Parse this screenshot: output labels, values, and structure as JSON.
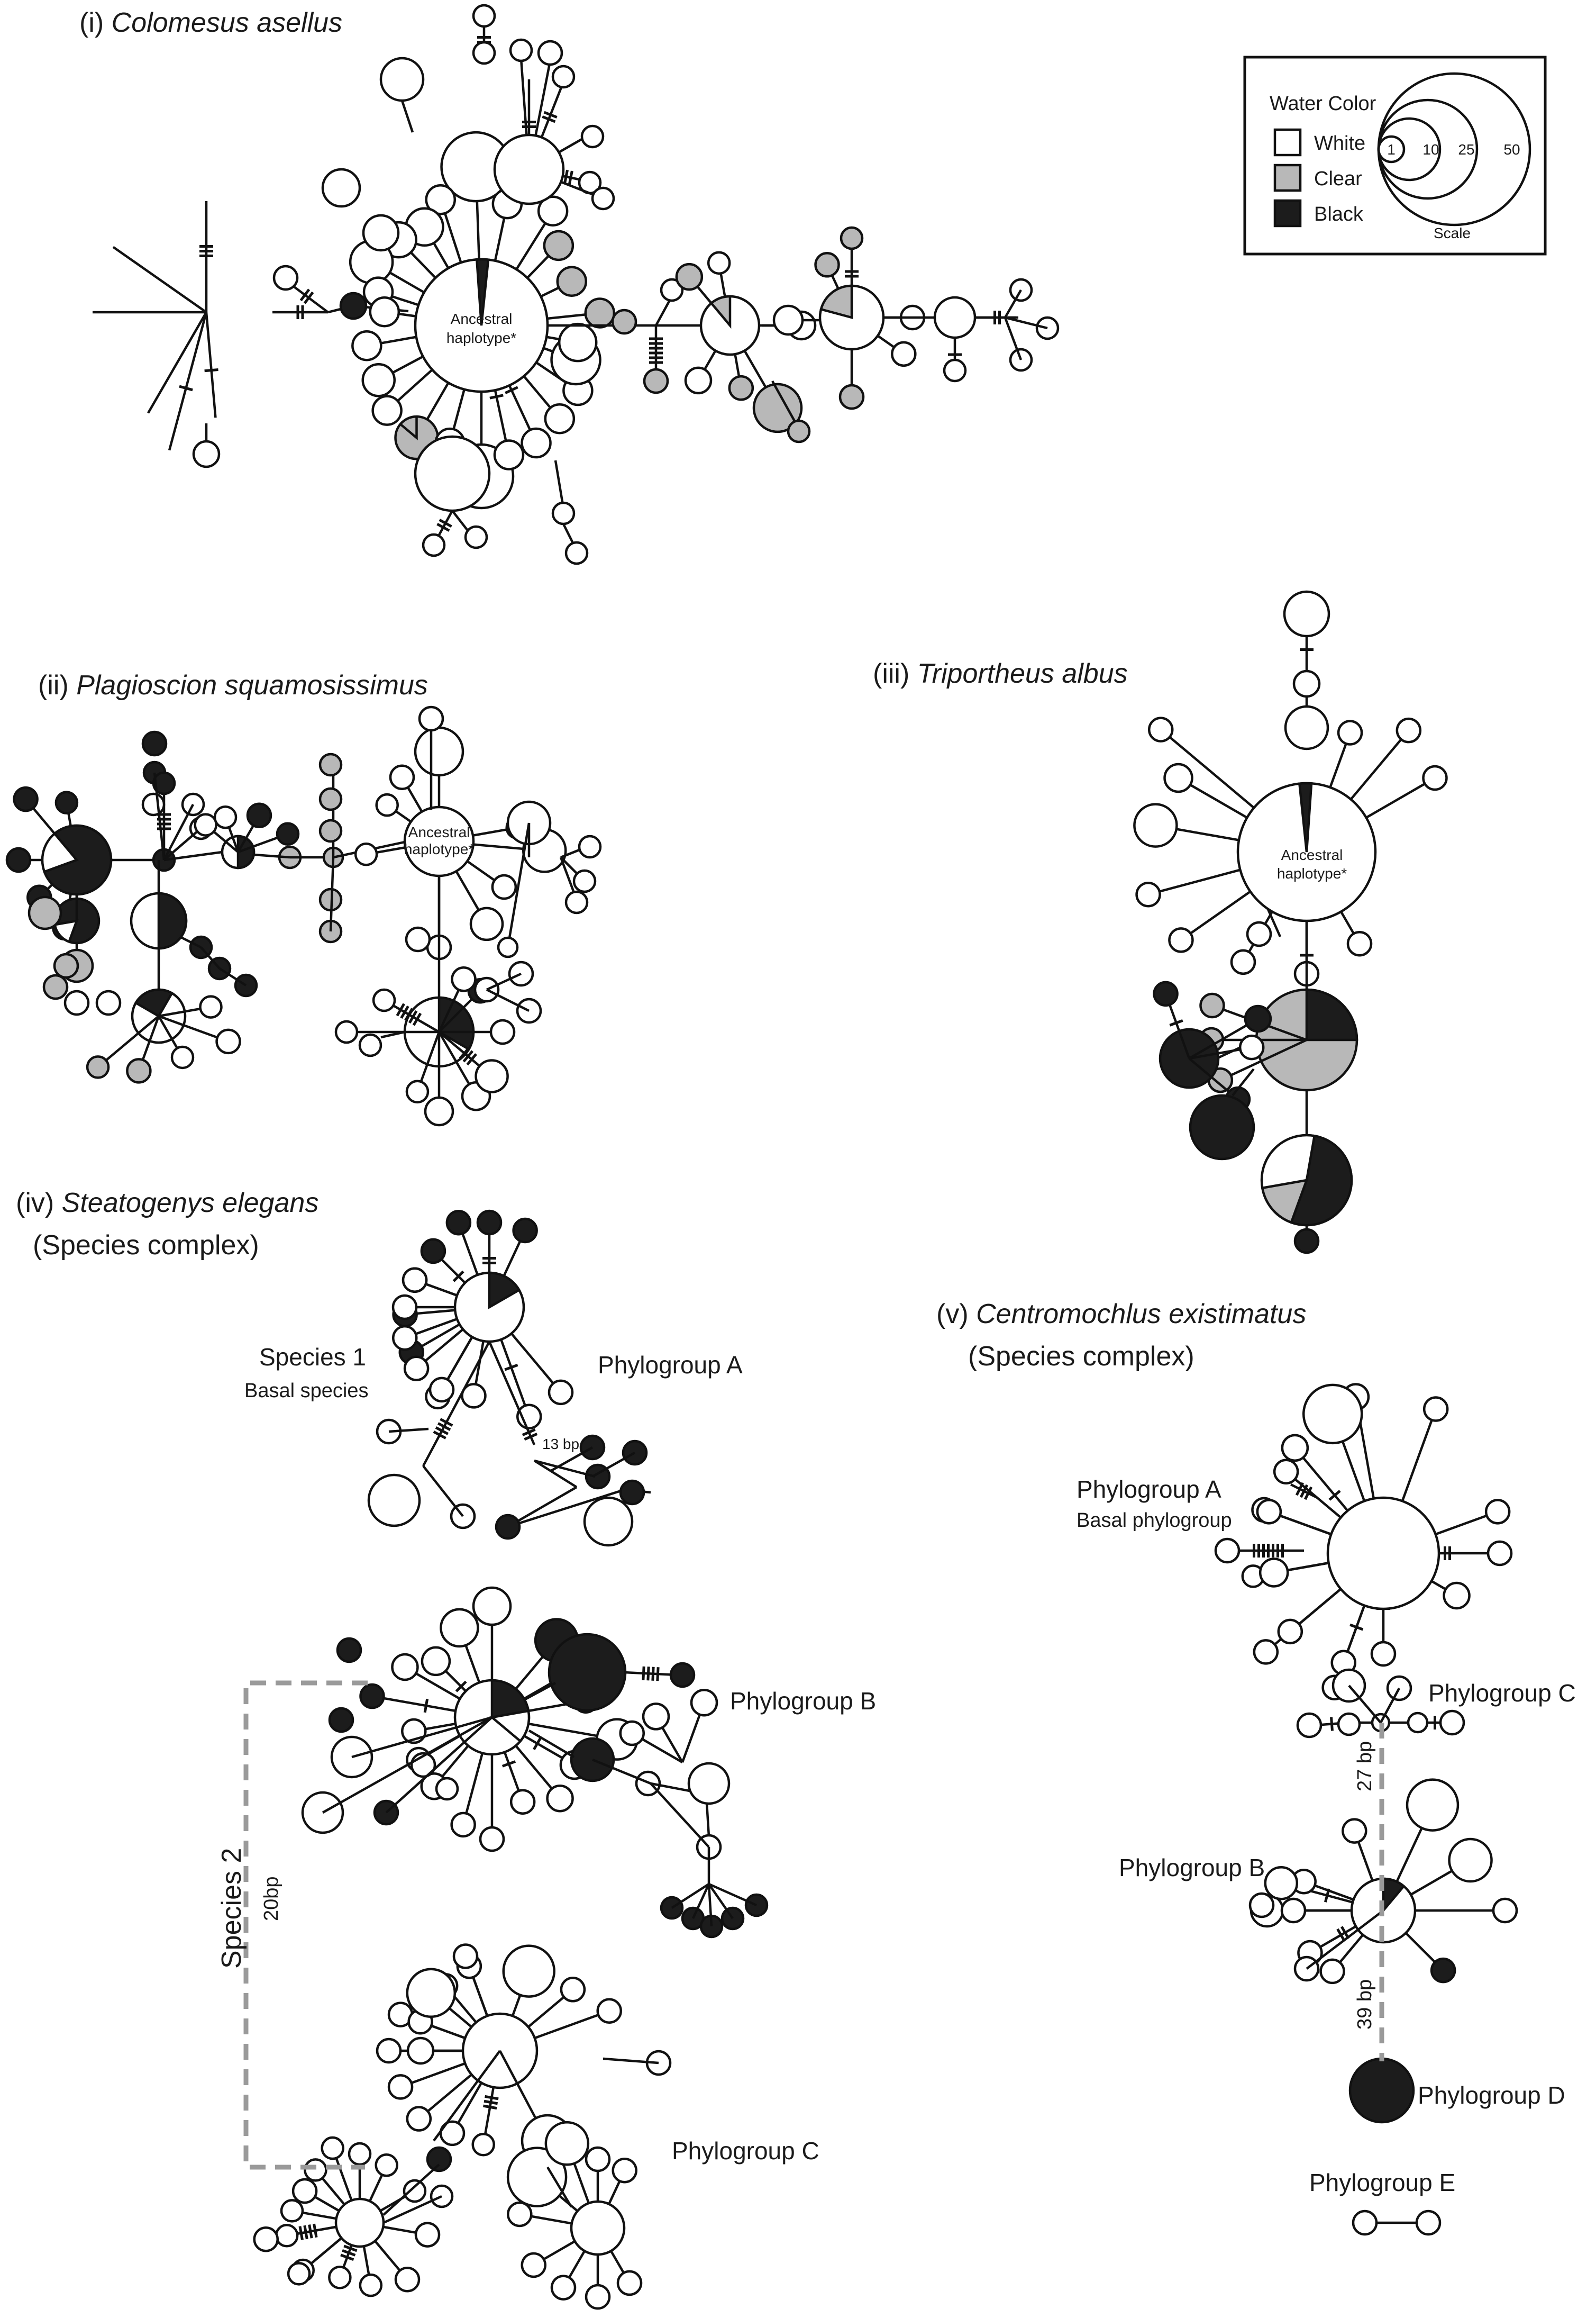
{
  "figure": {
    "colors": {
      "white": "#ffffff",
      "clear": "#b8b8b8",
      "black": "#1c1c1c",
      "dash": "#9a9a9a"
    },
    "legend": {
      "title": "Water Color",
      "items": [
        {
          "label": "White",
          "color": "white"
        },
        {
          "label": "Clear",
          "color": "clear"
        },
        {
          "label": "Black",
          "color": "black"
        }
      ],
      "scale_label": "Scale",
      "scale_values": [
        "1",
        "10",
        "25",
        "50"
      ]
    },
    "panels": {
      "i": {
        "prefix": "(i) ",
        "species": "Colomesus asellus",
        "center_label_1": "Ancestral",
        "center_label_2": "haplotype*"
      },
      "ii": {
        "prefix": "(ii) ",
        "species": "Plagioscion squamosissimus",
        "center_label_1": "Ancestral",
        "center_label_2": "haplotype*"
      },
      "iii": {
        "prefix": "(iii) ",
        "species": "Triportheus albus",
        "center_label_1": "Ancestral",
        "center_label_2": "haplotype*"
      },
      "iv": {
        "prefix": "(iv) ",
        "species": "Steatogenys elegans",
        "subtitle": "(Species complex)",
        "species_1": "Species 1",
        "species_1_note": "Basal species",
        "species_2": "Species 2",
        "species_2_distance": "20bp",
        "distance_13": "13 bp",
        "phylogroup_a": "Phylogroup A",
        "phylogroup_b": "Phylogroup B",
        "phylogroup_c": "Phylogroup C"
      },
      "v": {
        "prefix": "(v) ",
        "species": "Centromochlus existimatus",
        "subtitle": "(Species complex)",
        "phylogroup_a": "Phylogroup A",
        "phylogroup_a_note": "Basal phylogroup",
        "phylogroup_b": "Phylogroup B",
        "phylogroup_c": "Phylogroup C",
        "phylogroup_d": "Phylogroup D",
        "phylogroup_e": "Phylogroup E",
        "distance_27": "27 bp",
        "distance_39": "39 bp"
      }
    }
  }
}
